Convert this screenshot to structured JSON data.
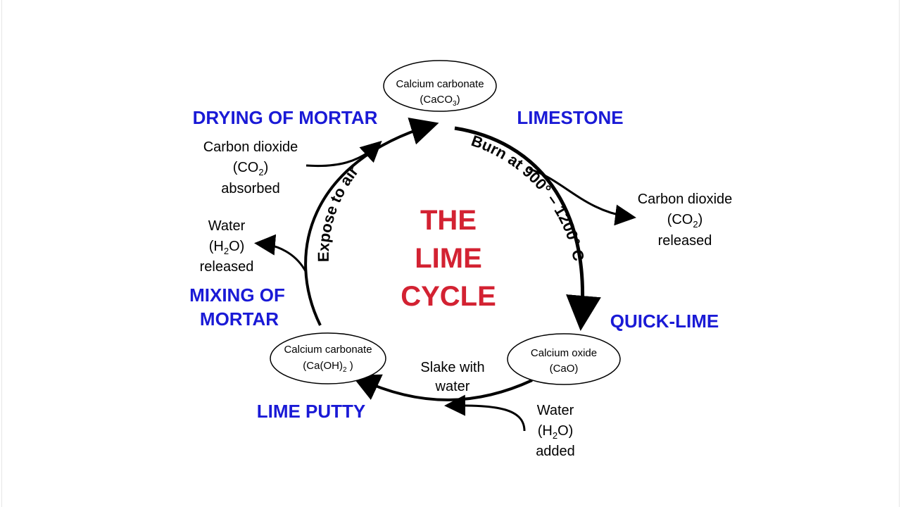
{
  "colors": {
    "stage_label": "#1a1ad6",
    "title": "#d32232",
    "text": "#111111",
    "line": "#000000"
  },
  "title": {
    "line1": "THE",
    "line2": "LIME",
    "line3": "CYCLE"
  },
  "stages": {
    "drying": "DRYING OF MORTAR",
    "limestone": "LIMESTONE",
    "quicklime": "QUICK-LIME",
    "lime_putty": "LIME PUTTY",
    "mixing_line1": "MIXING OF",
    "mixing_line2": "MORTAR"
  },
  "nodes": {
    "top": {
      "name": "Calcium carbonate",
      "formula_main": "(CaCO",
      "formula_sub": "3",
      "formula_end": ")"
    },
    "right": {
      "name": "Calcium oxide",
      "formula": "(CaO)"
    },
    "left": {
      "name": "Calcium carbonate",
      "formula_main": "(Ca(OH)",
      "formula_sub": "2",
      "formula_end": " )"
    }
  },
  "arcs": {
    "burn": "Burn at 900° – 1200° C",
    "expose": "Expose to air",
    "slake_line1": "Slake with",
    "slake_line2": "water"
  },
  "side_notes": {
    "co2_released": {
      "line1": "Carbon dioxide",
      "line2_main": "(CO",
      "line2_sub": "2",
      "line2_end": ")",
      "line3": "released"
    },
    "co2_absorbed": {
      "line1": "Carbon dioxide",
      "line2_main": "(CO",
      "line2_sub": "2",
      "line2_end": ")",
      "line3": "absorbed"
    },
    "water_released": {
      "line1": "Water",
      "line2_main": "(H",
      "line2_sub": "2",
      "line2_end": "O)",
      "line3": "released"
    },
    "water_added": {
      "line1": "Water",
      "line2_main": "(H",
      "line2_sub": "2",
      "line2_end": "O)",
      "line3": "added"
    }
  }
}
